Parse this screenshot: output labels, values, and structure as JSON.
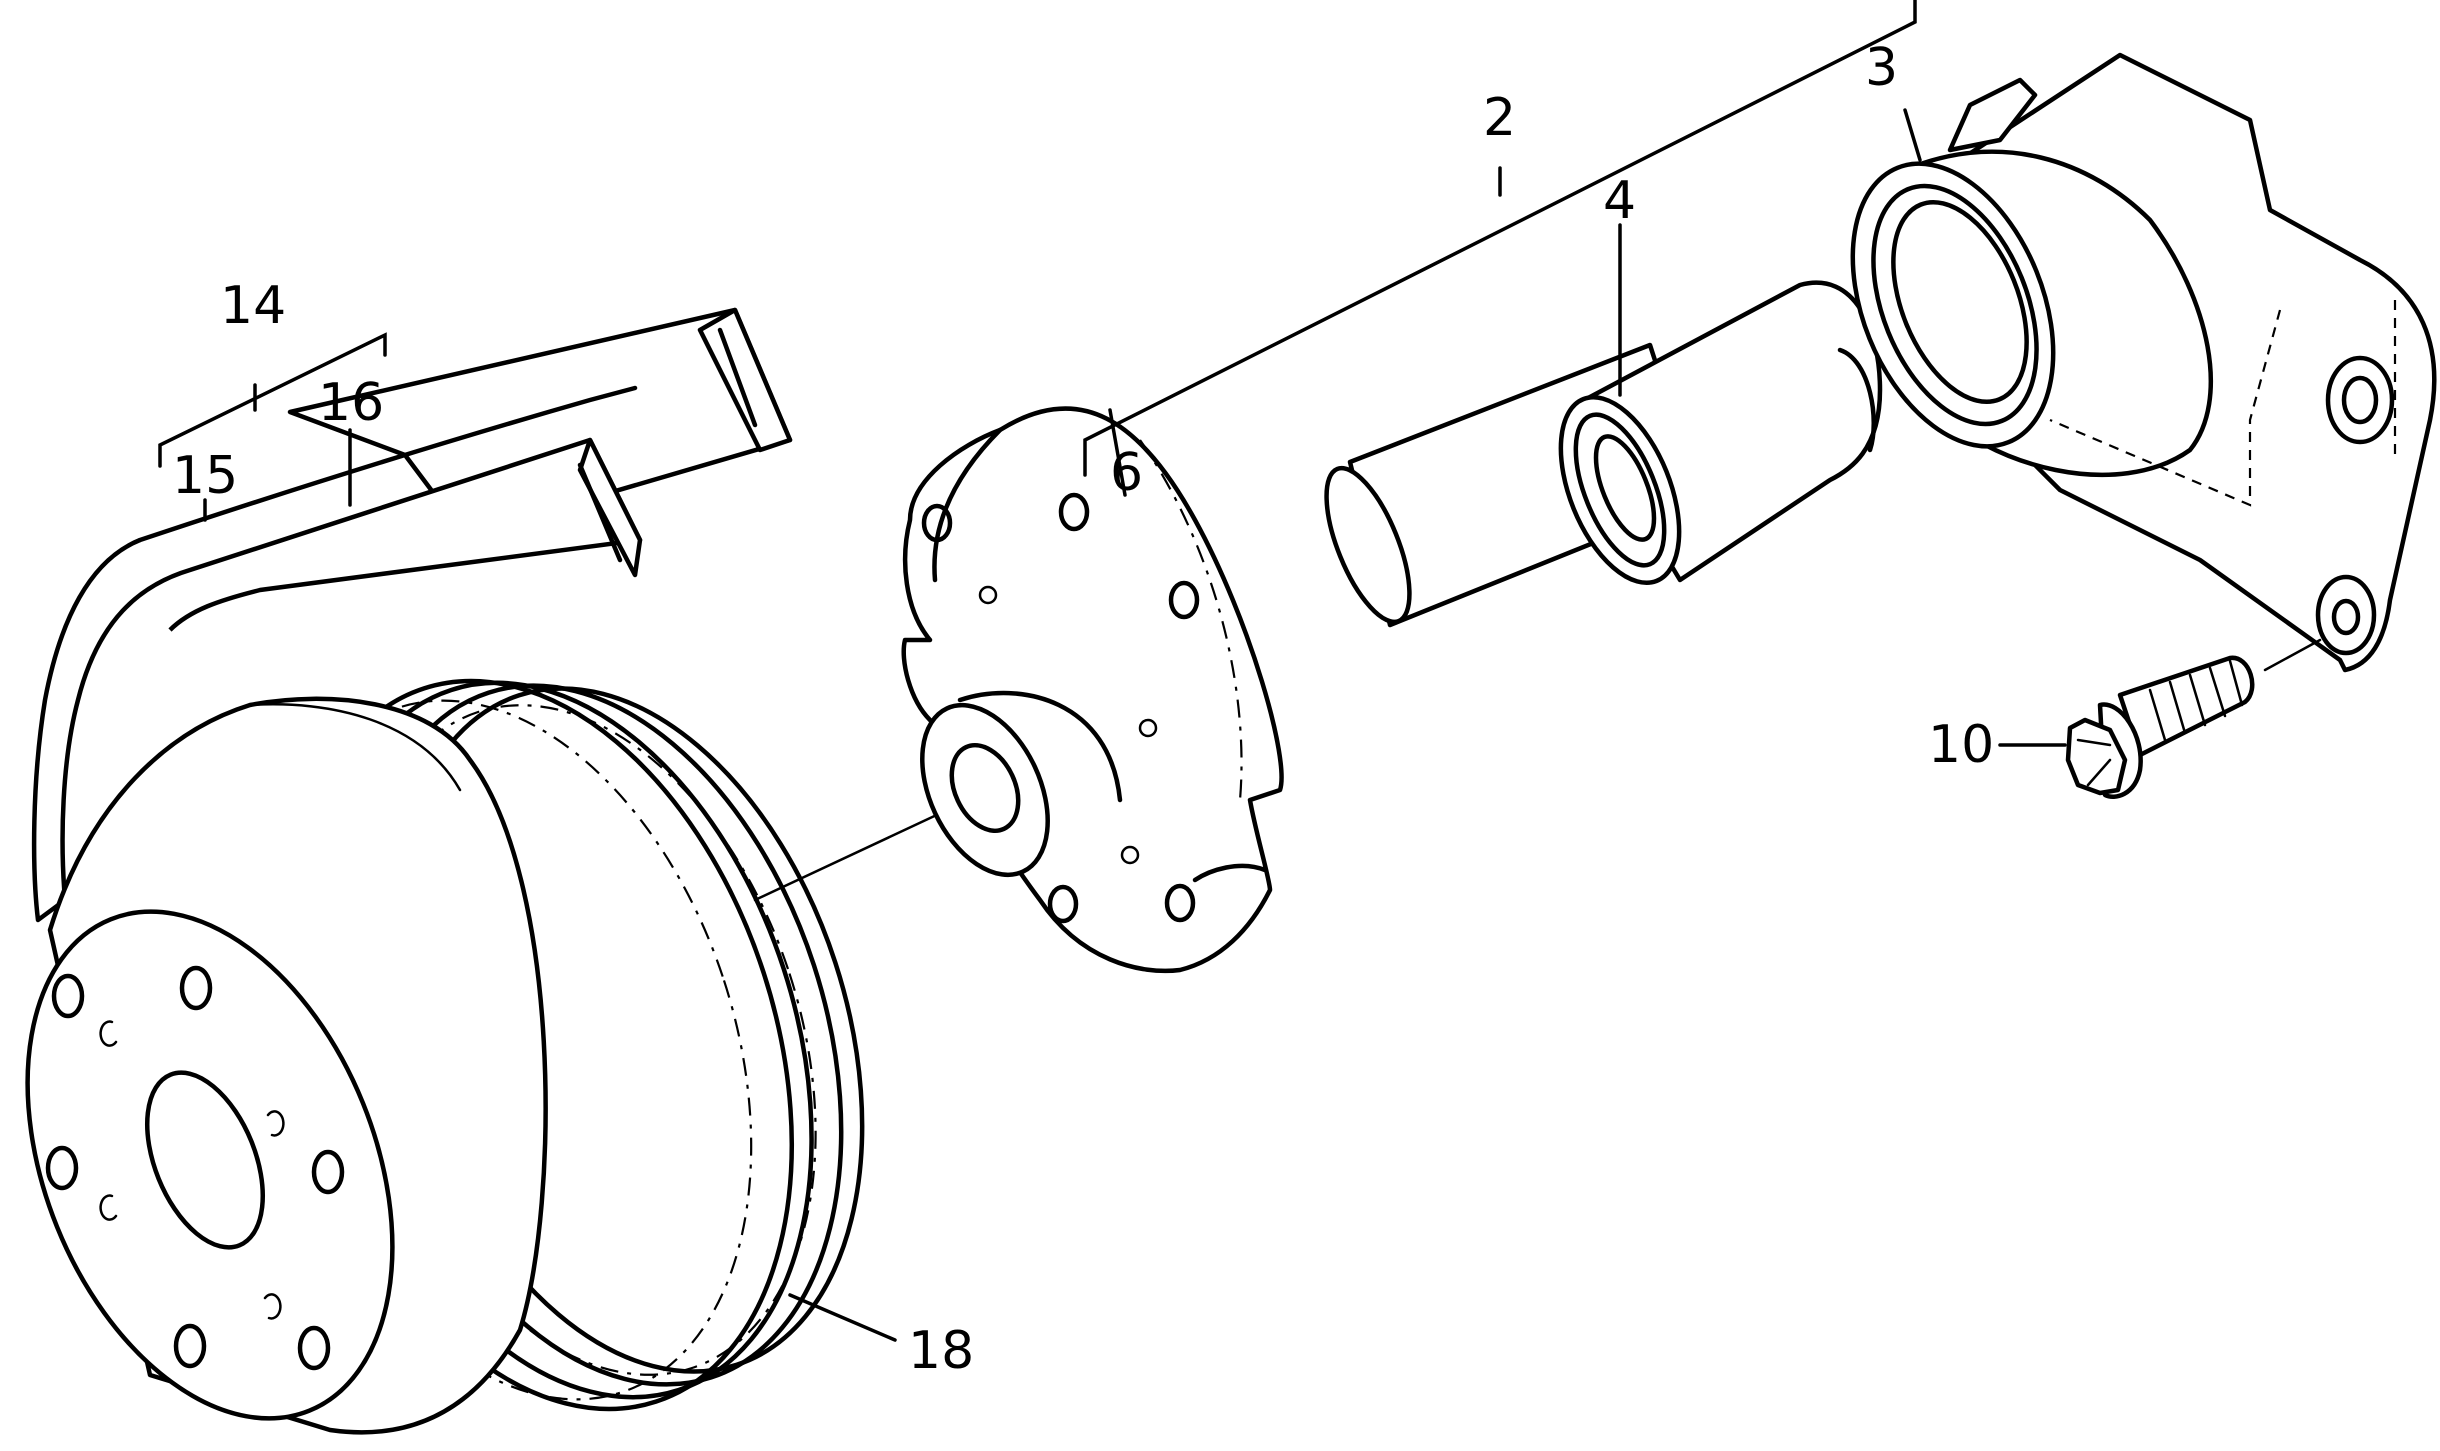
{
  "callouts": {
    "assembly": "2",
    "housing": "3",
    "bearing_shaft": "4",
    "hub_flange": "6",
    "bolt": "10",
    "belt_set": "14",
    "belt_inner": "15",
    "belt_outer": "16",
    "pulley": "18"
  }
}
